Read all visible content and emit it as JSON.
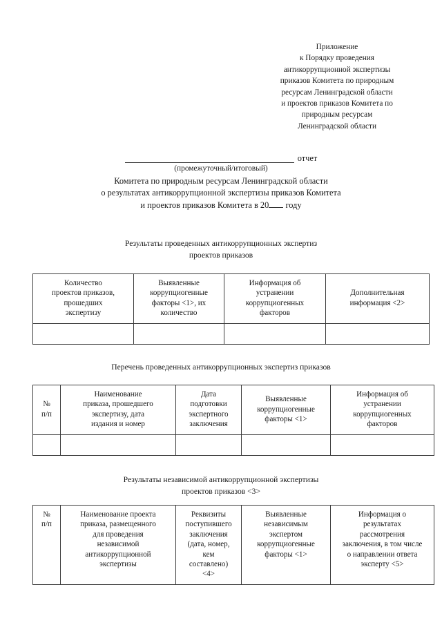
{
  "appendix": {
    "lines": [
      "Приложение",
      "к Порядку проведения",
      "антикоррупционной экспертизы",
      "приказов Комитета по природным",
      "ресурсам Ленинградской области",
      "и проектов приказов Комитета по",
      "природным ресурсам",
      "Ленинградской области"
    ]
  },
  "report_title": {
    "blank_label": "",
    "after_rule": "отчет",
    "sub_note": "(промежуточный/итоговый)",
    "line_1": "Комитета по природным ресурсам Ленинградской области",
    "line_2": "о результатах антикоррупционной экспертизы приказов Комитета",
    "line_3_before": "и проектов приказов Комитета в 20",
    "line_3_after": "году"
  },
  "section_1": {
    "caption_line_1": "Результаты проведенных антикоррупционных экспертиз",
    "caption_line_2": "проектов приказов",
    "headers": [
      [
        "Количество",
        "проектов приказов,",
        "прошедших",
        "экспертизу"
      ],
      [
        "Выявленные",
        "коррупциогенные",
        "факторы <1>, их",
        "количество"
      ],
      [
        "Информация об",
        "устранении",
        "коррупциогенных",
        "факторов"
      ],
      [
        "Дополнительная",
        "информация <2>"
      ]
    ],
    "empty_row": [
      "",
      "",
      "",
      ""
    ]
  },
  "section_2": {
    "caption_line_1": "Перечень проведенных антикоррупционных экспертиз приказов",
    "headers": [
      [
        "№",
        "п/п"
      ],
      [
        "Наименование",
        "приказа, прошедшего",
        "экспертизу, дата",
        "издания и номер"
      ],
      [
        "Дата",
        "подготовки",
        "экспертного",
        "заключения"
      ],
      [
        "Выявленные",
        "коррупциогенные",
        "факторы <1>"
      ],
      [
        "Информация об",
        "устранении",
        "коррупциогенных",
        "факторов"
      ]
    ],
    "empty_row": [
      "",
      "",
      "",
      "",
      ""
    ]
  },
  "section_3": {
    "caption_line_1": "Результаты независимой антикоррупционной экспертизы",
    "caption_line_2": "проектов приказов <3>",
    "headers": [
      [
        "№",
        "п/п"
      ],
      [
        "Наименование проекта",
        "приказа, размещенного",
        "для проведения",
        "независимой",
        "антикоррупционной",
        "экспертизы"
      ],
      [
        "Реквизиты",
        "поступившего",
        "заключения",
        "(дата, номер,",
        "кем",
        "составлено)",
        "<4>"
      ],
      [
        "Выявленные",
        "независимым",
        "экспертом",
        "коррупциогенные",
        "факторы <1>"
      ],
      [
        "Информация о",
        "результатах",
        "рассмотрения",
        "заключения, в том числе",
        "о направлении ответа",
        "эксперту <5>"
      ]
    ]
  }
}
